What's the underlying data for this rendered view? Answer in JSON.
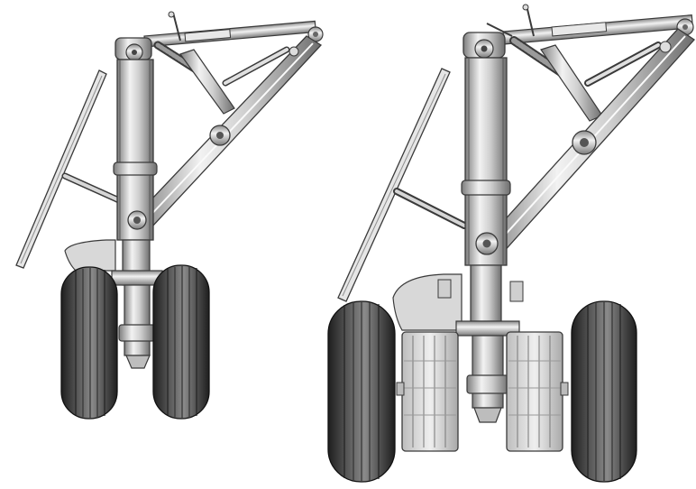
{
  "figure": {
    "panels": [
      {
        "id": "left",
        "main_wheels": 2,
        "brake_stacks": 0
      },
      {
        "id": "right",
        "main_wheels": 2,
        "brake_stacks": 2
      }
    ],
    "colors": {
      "background": "#ffffff",
      "outline": "#3a3a3a",
      "metal_light": "#f2f2f2",
      "metal_mid": "#c9c9c9",
      "metal_dark": "#7d7d7d",
      "tire_dark": "#1e1e1e",
      "tire_mid": "#4a4a4a",
      "tire_light": "#8a8a8a",
      "door": "#d8d8d8",
      "brake_disc": "#cfcfcf"
    }
  }
}
